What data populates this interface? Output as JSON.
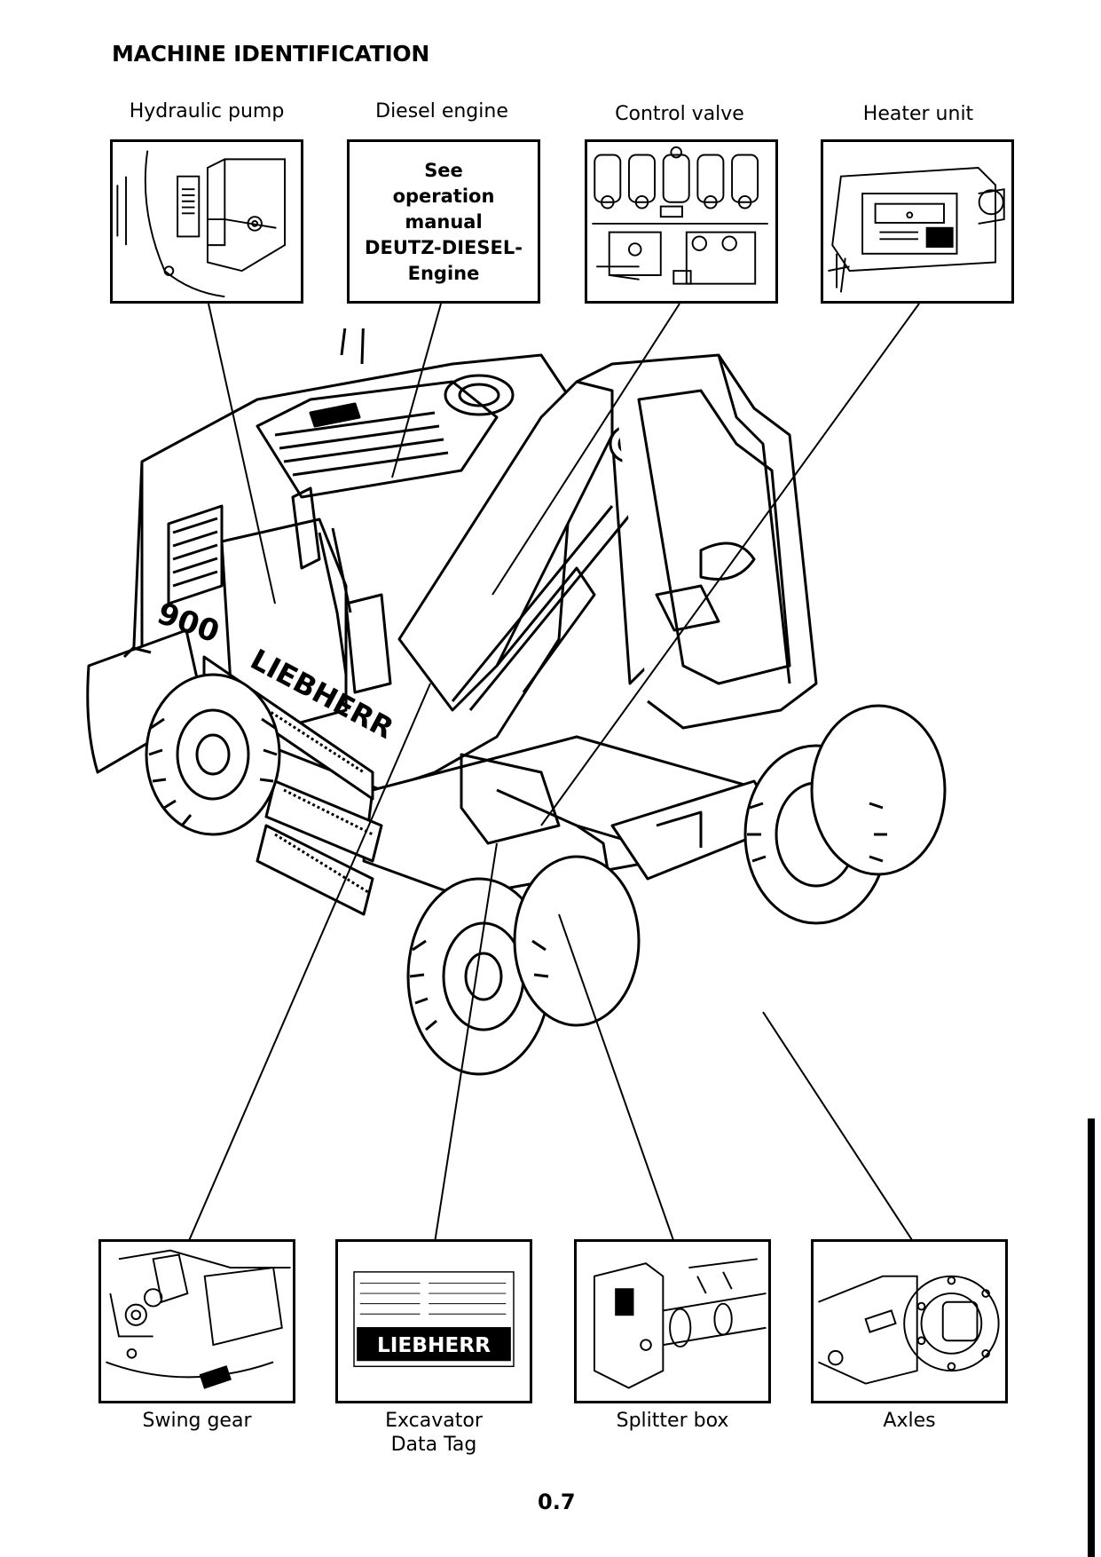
{
  "page": {
    "title": "MACHINE IDENTIFICATION",
    "page_number": "0.7"
  },
  "top_items": [
    {
      "label": "Hydraulic pump"
    },
    {
      "label": "Diesel engine",
      "box_text": [
        "See",
        "operation",
        "manual",
        "DEUTZ-DIESEL-",
        "Engine"
      ]
    },
    {
      "label": "Control valve"
    },
    {
      "label": "Heater unit"
    }
  ],
  "bottom_items": [
    {
      "label": "Swing gear"
    },
    {
      "label": "Excavator\nData Tag"
    },
    {
      "label": "Splitter box"
    },
    {
      "label": "Axles"
    }
  ],
  "data_tag": {
    "brand": "LIEBHERR"
  },
  "machine": {
    "brand": "LIEBHERR",
    "model": "900"
  }
}
